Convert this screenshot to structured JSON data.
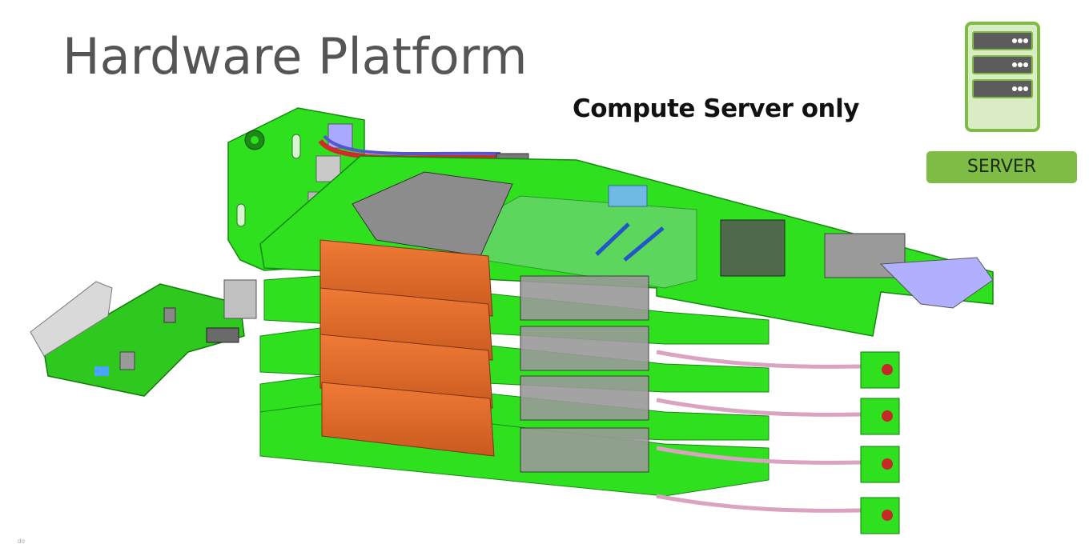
{
  "slide": {
    "title": "Hardware Platform",
    "subtitle": "Compute Server only",
    "footnote": "do"
  },
  "server_badge": {
    "label": "SERVER",
    "icon": "server-rack-icon",
    "color": "#7ebc45"
  },
  "illustration": {
    "subject": "hardware-assembly-render",
    "board_count": 4,
    "colors": {
      "pcb": "#2fe01f",
      "pcb_dark": "#1aa812",
      "memory": "#e06a2a",
      "cable": "#d9a3c1",
      "accent_blue": "#4a6fd8"
    }
  }
}
